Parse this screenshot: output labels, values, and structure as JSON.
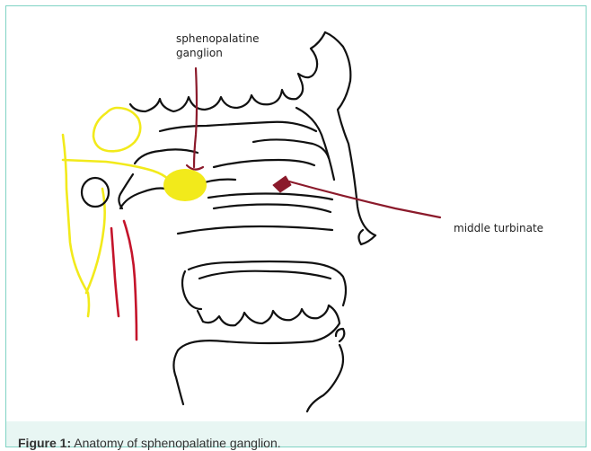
{
  "labels": {
    "ganglion_line1": "sphenopalatine",
    "ganglion_line2": "ganglion",
    "turbinate": "middle turbinate"
  },
  "caption": {
    "label": "Figure 1:",
    "text": "Anatomy of sphenopalatine ganglion."
  },
  "colors": {
    "border": "#7fd3c4",
    "caption_bg": "#e8f6f3",
    "stroke": "#111111",
    "yellow": "#f2ea1b",
    "maroon": "#8b1a2b",
    "red": "#c4142b"
  }
}
